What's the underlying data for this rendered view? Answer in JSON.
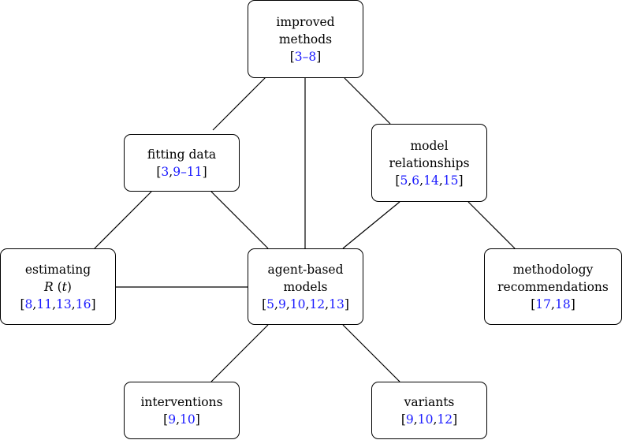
{
  "colors": {
    "line": "#000000",
    "reference_link": "#1a1aff"
  },
  "nodes": [
    {
      "id": "improved-methods",
      "lines": [
        "improved",
        "methods"
      ],
      "refs": [
        "3–8"
      ]
    },
    {
      "id": "fitting-data",
      "lines": [
        "fitting data"
      ],
      "refs": [
        "3",
        "9–11"
      ]
    },
    {
      "id": "model-relationships",
      "lines": [
        "model",
        "relationships"
      ],
      "refs": [
        "5",
        "6",
        "14",
        "15"
      ]
    },
    {
      "id": "estimating-rt",
      "lines": [
        "estimating"
      ],
      "math": {
        "symbol": "R",
        "arg": "t"
      },
      "refs": [
        "8",
        "11",
        "13",
        "16"
      ]
    },
    {
      "id": "agent-based-models",
      "lines": [
        "agent-based",
        "models"
      ],
      "refs": [
        "5",
        "9",
        "10",
        "12",
        "13"
      ]
    },
    {
      "id": "methodology-recommendations",
      "lines": [
        "methodology",
        "recommendations"
      ],
      "refs": [
        "17",
        "18"
      ]
    },
    {
      "id": "interventions",
      "lines": [
        "interventions"
      ],
      "refs": [
        "9",
        "10"
      ]
    },
    {
      "id": "variants",
      "lines": [
        "variants"
      ],
      "refs": [
        "9",
        "10",
        "12"
      ]
    }
  ],
  "edges": [
    [
      "improved-methods",
      "fitting-data"
    ],
    [
      "improved-methods",
      "agent-based-models"
    ],
    [
      "improved-methods",
      "model-relationships"
    ],
    [
      "fitting-data",
      "estimating-rt"
    ],
    [
      "fitting-data",
      "agent-based-models"
    ],
    [
      "estimating-rt",
      "agent-based-models"
    ],
    [
      "model-relationships",
      "agent-based-models"
    ],
    [
      "model-relationships",
      "methodology-recommendations"
    ],
    [
      "agent-based-models",
      "interventions"
    ],
    [
      "agent-based-models",
      "variants"
    ]
  ]
}
